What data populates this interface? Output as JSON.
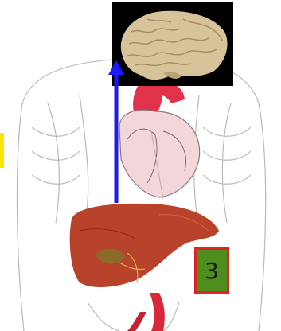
{
  "diagram": {
    "badge": {
      "label": "3",
      "border_color": "#e02424",
      "fill_color": "#4d8f1e"
    },
    "arrow": {
      "color": "#1a1aff",
      "from": "liver",
      "to": "brain"
    },
    "organs": [
      "brain-image",
      "heart-image",
      "liver-image",
      "torso-outline"
    ],
    "accent_tab_color": "#ffe500"
  }
}
